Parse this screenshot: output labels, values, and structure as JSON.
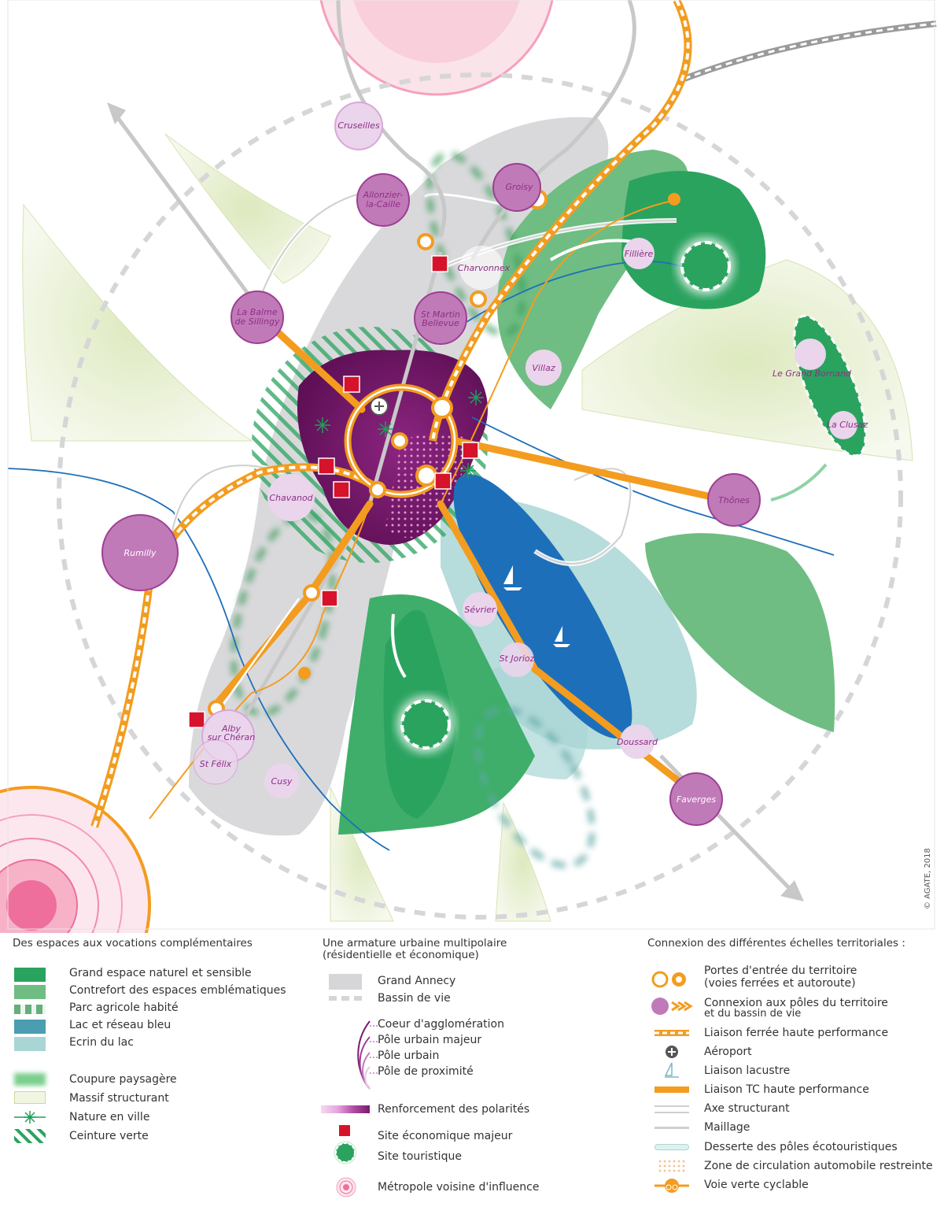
{
  "map": {
    "credit": "© AGATE, 2018",
    "poles": [
      {
        "name": "Cruseilles"
      },
      {
        "name": "Allonzier-la-Caille",
        "lines": [
          "Allonzier-",
          "la-Caille"
        ]
      },
      {
        "name": "Groisy"
      },
      {
        "name": "Charvonnex"
      },
      {
        "name": "Fillière"
      },
      {
        "name": "La Balme de Sillingy",
        "lines": [
          "La Balme",
          "de Sillingy"
        ]
      },
      {
        "name": "St Martin Bellevue",
        "lines": [
          "St Martin",
          "Bellevue"
        ]
      },
      {
        "name": "Villaz"
      },
      {
        "name": "Le Grand Bornand"
      },
      {
        "name": "La Clusaz"
      },
      {
        "name": "Chavanod"
      },
      {
        "name": "Thônes"
      },
      {
        "name": "Rumilly"
      },
      {
        "name": "Sévrier"
      },
      {
        "name": "St Jorioz"
      },
      {
        "name": "Alby sur Chéran",
        "lines": [
          "Alby",
          "sur Chéran"
        ]
      },
      {
        "name": "St Félix"
      },
      {
        "name": "Cusy"
      },
      {
        "name": "Doussard"
      },
      {
        "name": "Faverges"
      }
    ]
  },
  "legend": {
    "col1": {
      "title": "Des espaces aux vocations complémentaires",
      "items": [
        {
          "label": "Grand espace naturel et sensible",
          "color": "#2aa35f"
        },
        {
          "label": "Contrefort des espaces emblématiques",
          "color": "#6fbd83"
        },
        {
          "label": "Parc agricole habité",
          "color": "#3d9b5a"
        },
        {
          "label": "Lac et réseau bleu",
          "color": "#4a9eb0"
        },
        {
          "label": "Ecrin du lac",
          "color": "#a9d6d5"
        },
        {
          "label": "Coupure paysagère",
          "color": "#7ccf8e"
        },
        {
          "label": "Massif structurant",
          "color": "#e7f0cf"
        },
        {
          "label": "Nature en ville",
          "color": "#1e9e57"
        },
        {
          "label": "Ceinture verte",
          "color": "#2aa35f"
        }
      ]
    },
    "col2": {
      "title_lines": [
        "Une armature urbaine multipolaire",
        "(résidentielle et économique)"
      ],
      "items": [
        {
          "label": "Grand Annecy",
          "color": "#d6d6d8"
        },
        {
          "label": "Bassin de vie",
          "color": "#d6d6d8"
        },
        {
          "label": "Coeur d'agglomération",
          "color": "#7a1a6e"
        },
        {
          "label": "Pôle urbain majeur",
          "color": "#9d3f93"
        },
        {
          "label": "Pôle urbain",
          "color": "#c07ab8"
        },
        {
          "label": "Pôle de proximité",
          "color": "#e6c8e2"
        },
        {
          "label": "Renforcement des polarités",
          "color": "#7a1a6e"
        },
        {
          "label": "Site économique majeur",
          "color": "#d6132a"
        },
        {
          "label": "Site  touristique",
          "color": "#2aa35f"
        },
        {
          "label": "Métropole voisine d'influence",
          "color": "#e8558a"
        }
      ]
    },
    "col3": {
      "title": "Connexion des différentes échelles territoriales :",
      "items": [
        {
          "label": "Portes d'entrée du territoire",
          "label2": "(voies ferrées et autoroute)",
          "color": "#f39c1f"
        },
        {
          "label": "Connexion aux pôles du territoire",
          "label2": "et du bassin de vie",
          "color": "#c07ab8"
        },
        {
          "label": "Liaison ferrée haute performance",
          "color": "#f39c1f"
        },
        {
          "label": "Aéroport",
          "color": "#555555"
        },
        {
          "label": "Liaison lacustre",
          "color": "#7ab8c9"
        },
        {
          "label": "Liaison TC haute performance",
          "color": "#f39c1f"
        },
        {
          "label": "Axe structurant",
          "color": "#cfcfcf"
        },
        {
          "label": "Maillage",
          "color": "#cfcfcf"
        },
        {
          "label": "Desserte des pôles écotouristiques",
          "color": "#a9d6d5"
        },
        {
          "label": "Zone de circulation automobile restreinte",
          "color": "#f6c28a"
        },
        {
          "label": "Voie verte cyclable",
          "color": "#f39c1f"
        }
      ]
    }
  }
}
